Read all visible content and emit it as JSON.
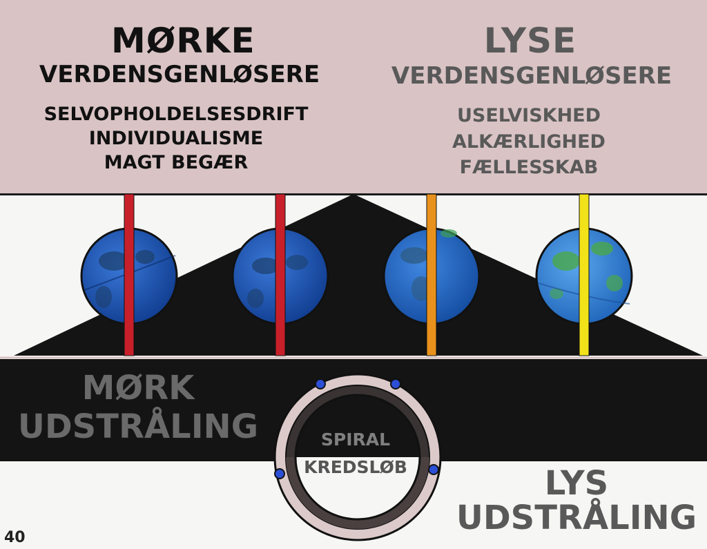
{
  "left_panel": {
    "title": "MØRKE",
    "subtitle": "VERDENSGENLØSERE",
    "traits": [
      "SELVOPHOLDELSESDRIFT",
      "INDIVIDUALISME",
      "MAGT BEGÆR"
    ]
  },
  "right_panel": {
    "title": "LYSE",
    "subtitle": "VERDENSGENLØSERE",
    "traits": [
      "USELVISKHED",
      "ALKÆRLIGHED",
      "FÆLLESSKAB"
    ]
  },
  "dark_radiation": {
    "line1": "MØRK",
    "line2": "UDSTRÅLING"
  },
  "light_radiation": {
    "line1": "LYS",
    "line2": "UDSTRÅLING"
  },
  "orbit": {
    "line1": "SPIRAL",
    "line2": "KREDSLØB"
  },
  "globes": [
    {
      "axis_color": "#c8202a"
    },
    {
      "axis_color": "#c8202a"
    },
    {
      "axis_color": "#e8911c"
    },
    {
      "axis_color": "#f2e21a"
    }
  ],
  "colors": {
    "top_band": "#d9c3c4",
    "dark_band": "#141414",
    "light_background": "#f6f6f4"
  },
  "page_number": "40"
}
